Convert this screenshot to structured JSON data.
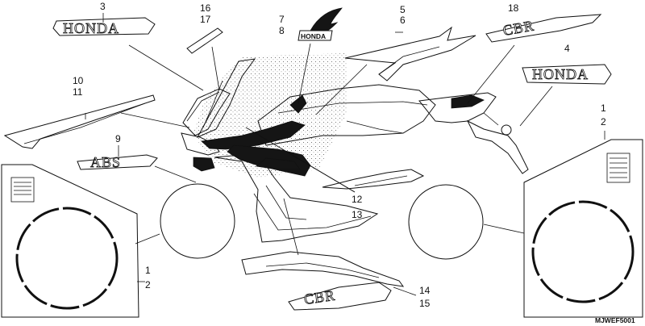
{
  "callouts": [
    {
      "id": "c3",
      "text": "3"
    },
    {
      "id": "c16",
      "text": "16"
    },
    {
      "id": "c17",
      "text": "17"
    },
    {
      "id": "c7",
      "text": "7"
    },
    {
      "id": "c8",
      "text": "8"
    },
    {
      "id": "c5",
      "text": "5"
    },
    {
      "id": "c6",
      "text": "6"
    },
    {
      "id": "c18",
      "text": "18"
    },
    {
      "id": "c4",
      "text": "4"
    },
    {
      "id": "c10",
      "text": "10"
    },
    {
      "id": "c11",
      "text": "11"
    },
    {
      "id": "c9",
      "text": "9"
    },
    {
      "id": "c1r",
      "text": "1"
    },
    {
      "id": "c2r",
      "text": "2"
    },
    {
      "id": "c12",
      "text": "12"
    },
    {
      "id": "c13",
      "text": "13"
    },
    {
      "id": "c1l",
      "text": "1"
    },
    {
      "id": "c2l",
      "text": "2"
    },
    {
      "id": "c14",
      "text": "14"
    },
    {
      "id": "c15",
      "text": "15"
    }
  ],
  "decal_text": {
    "honda_small": "HONDA",
    "honda_large": "HONDA",
    "honda_wing": "HONDA",
    "abs": "ABS",
    "model_badge": "CBR",
    "cbr_side": "CBR"
  },
  "drawing_code": "MJWEF5001"
}
